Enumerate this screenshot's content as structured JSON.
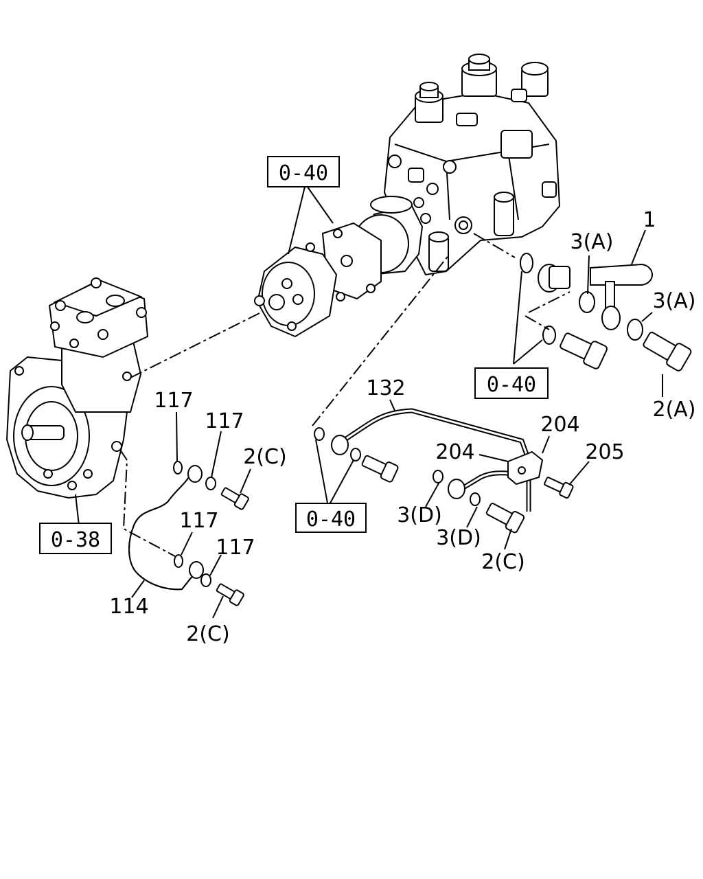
{
  "callouts": {
    "ref_pump_top": "0-40",
    "ref_banjo_right": "0-40",
    "ref_bottom_middle": "0-40",
    "ref_compressor": "0-38",
    "part_1": "1",
    "part_3a_top": "3(A)",
    "part_3a_right": "3(A)",
    "part_2a": "2(A)",
    "part_132": "132",
    "part_204_upper": "204",
    "part_204_lower": "204",
    "part_205": "205",
    "part_3d_upper": "3(D)",
    "part_3d_lower": "3(D)",
    "part_2c_right": "2(C)",
    "part_117_a": "117",
    "part_117_b": "117",
    "part_117_c": "117",
    "part_117_d": "117",
    "part_2c_left_upper": "2(C)",
    "part_2c_left_lower": "2(C)",
    "part_114": "114"
  }
}
